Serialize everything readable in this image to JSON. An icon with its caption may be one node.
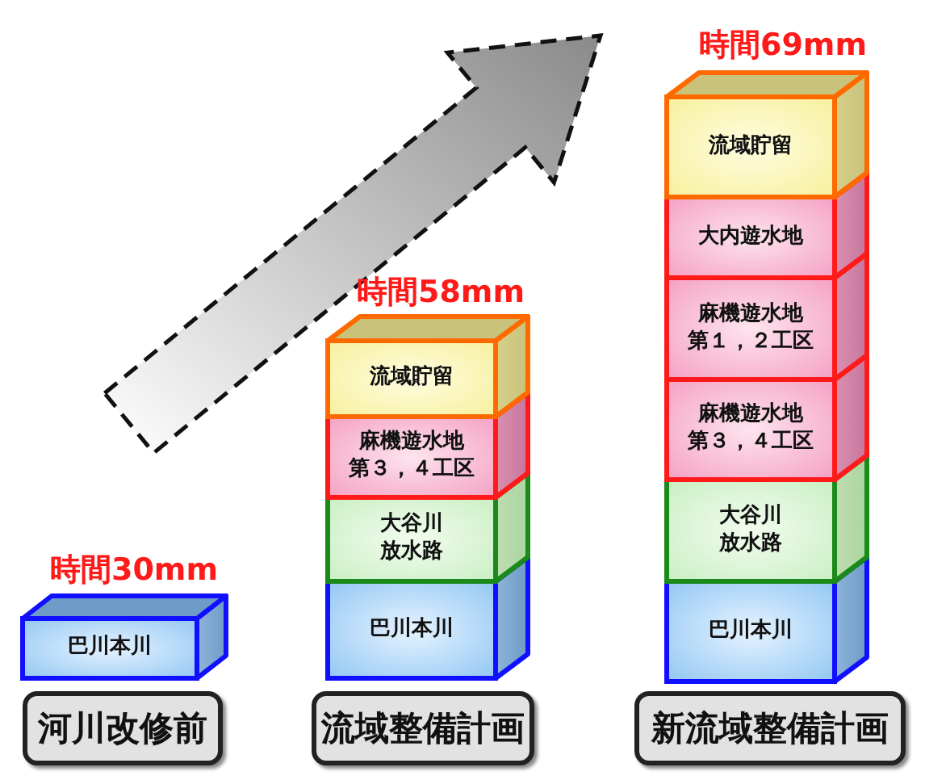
{
  "diagram": {
    "nodes": [
      {
        "text": [
          "巴川本川"
        ]
      },
      {
        "text": [
          "河川改修前"
        ]
      },
      {
        "text": [
          "流域貯留"
        ]
      },
      {
        "text": [
          "麻機遊水地第３，４工区"
        ]
      },
      {
        "text": [
          "大谷川放水路"
        ]
      },
      {
        "text": [
          "巴川本川"
        ]
      },
      {
        "text": [
          "流域整備計画"
        ]
      },
      {
        "text": [
          "流域貯留"
        ]
      },
      {
        "text": [
          "大内遊水地"
        ]
      },
      {
        "text": [
          "麻機遊水地第１，２工区"
        ]
      },
      {
        "text": [
          "麻機遊水地第３，４工区"
        ]
      },
      {
        "text": [
          "大谷川放水路"
        ]
      },
      {
        "text": [
          "巴川本川"
        ]
      },
      {
        "text": [
          "新流域整備計画"
        ]
      }
    ],
    "labels": [
      "時間30mm",
      "時間58mm",
      "時間69mm"
    ]
  }
}
